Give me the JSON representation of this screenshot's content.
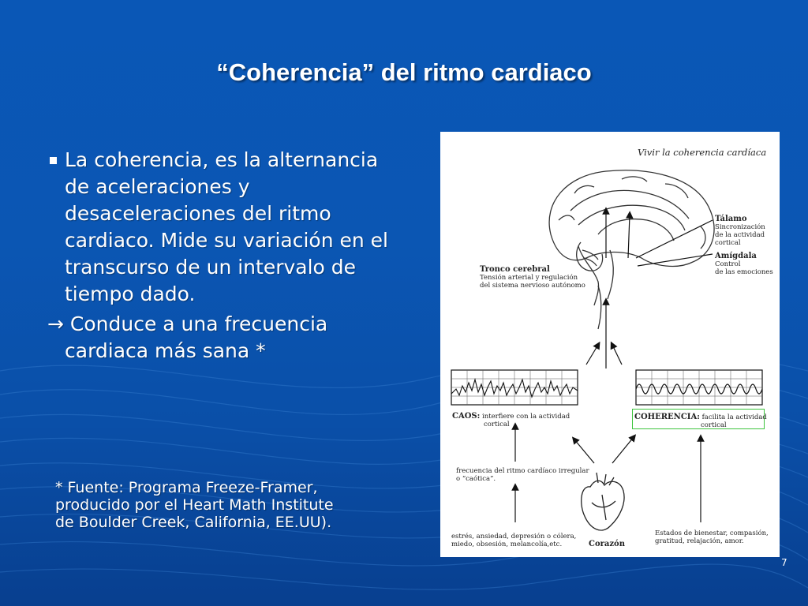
{
  "slide": {
    "title": "“Coherencia” del ritmo cardiaco",
    "page_number": "7"
  },
  "bullets": {
    "main_text": "La coherencia, es la alternancia de aceleraciones y desaceleraciones del ritmo cardiaco. Mide su variación en el transcurso de un intervalo de tiempo dado.",
    "arrow_text": " Conduce a una frecuencia cardiaca más sana *",
    "arrow_symbol": "→"
  },
  "footnote": {
    "line1": "*  Fuente: Programa  Freeze-Framer,",
    "line2": "producido por el Heart  Math Institute",
    "line3": "de Boulder  Creek, California, EE.UU)."
  },
  "figure": {
    "title": "Vivir la coherencia cardíaca",
    "talamo": {
      "label": "Tálamo",
      "desc1": "Sincronización",
      "desc2": "de la actividad",
      "desc3": "cortical"
    },
    "amigdala": {
      "label": "Amígdala",
      "desc1": "Control",
      "desc2": "de las emociones"
    },
    "tronco": {
      "label": "Tronco cerebral",
      "desc1": "Tensión arterial y regulación",
      "desc2": "del sistema nervioso autónomo"
    },
    "caos": {
      "label": "CAOS:",
      "desc1": "interfiere con la actividad",
      "desc2": "cortical"
    },
    "coherencia": {
      "label": "COHERENCIA:",
      "desc1": "facilita la actividad",
      "desc2": "cortical"
    },
    "frecuencia": {
      "line1": "frecuencia del ritmo cardíaco irregular",
      "line2": "o “caótica”."
    },
    "estres": {
      "line1": "estrés, ansiedad, depresión o cólera,",
      "line2": "miedo, obsesión, melancolía,etc."
    },
    "bienestar": {
      "line1": "Estados de bienestar, compasión,",
      "line2": "gratitud, relajación, amor."
    },
    "corazon": "Corazón"
  },
  "colors": {
    "background": "#0a56b4",
    "text": "#ffffff",
    "figure_background": "#ffffff",
    "highlight_box": "#3ec43e"
  },
  "icons": {
    "bullet": "square-bullet-icon",
    "arrow": "right-arrow-icon"
  }
}
